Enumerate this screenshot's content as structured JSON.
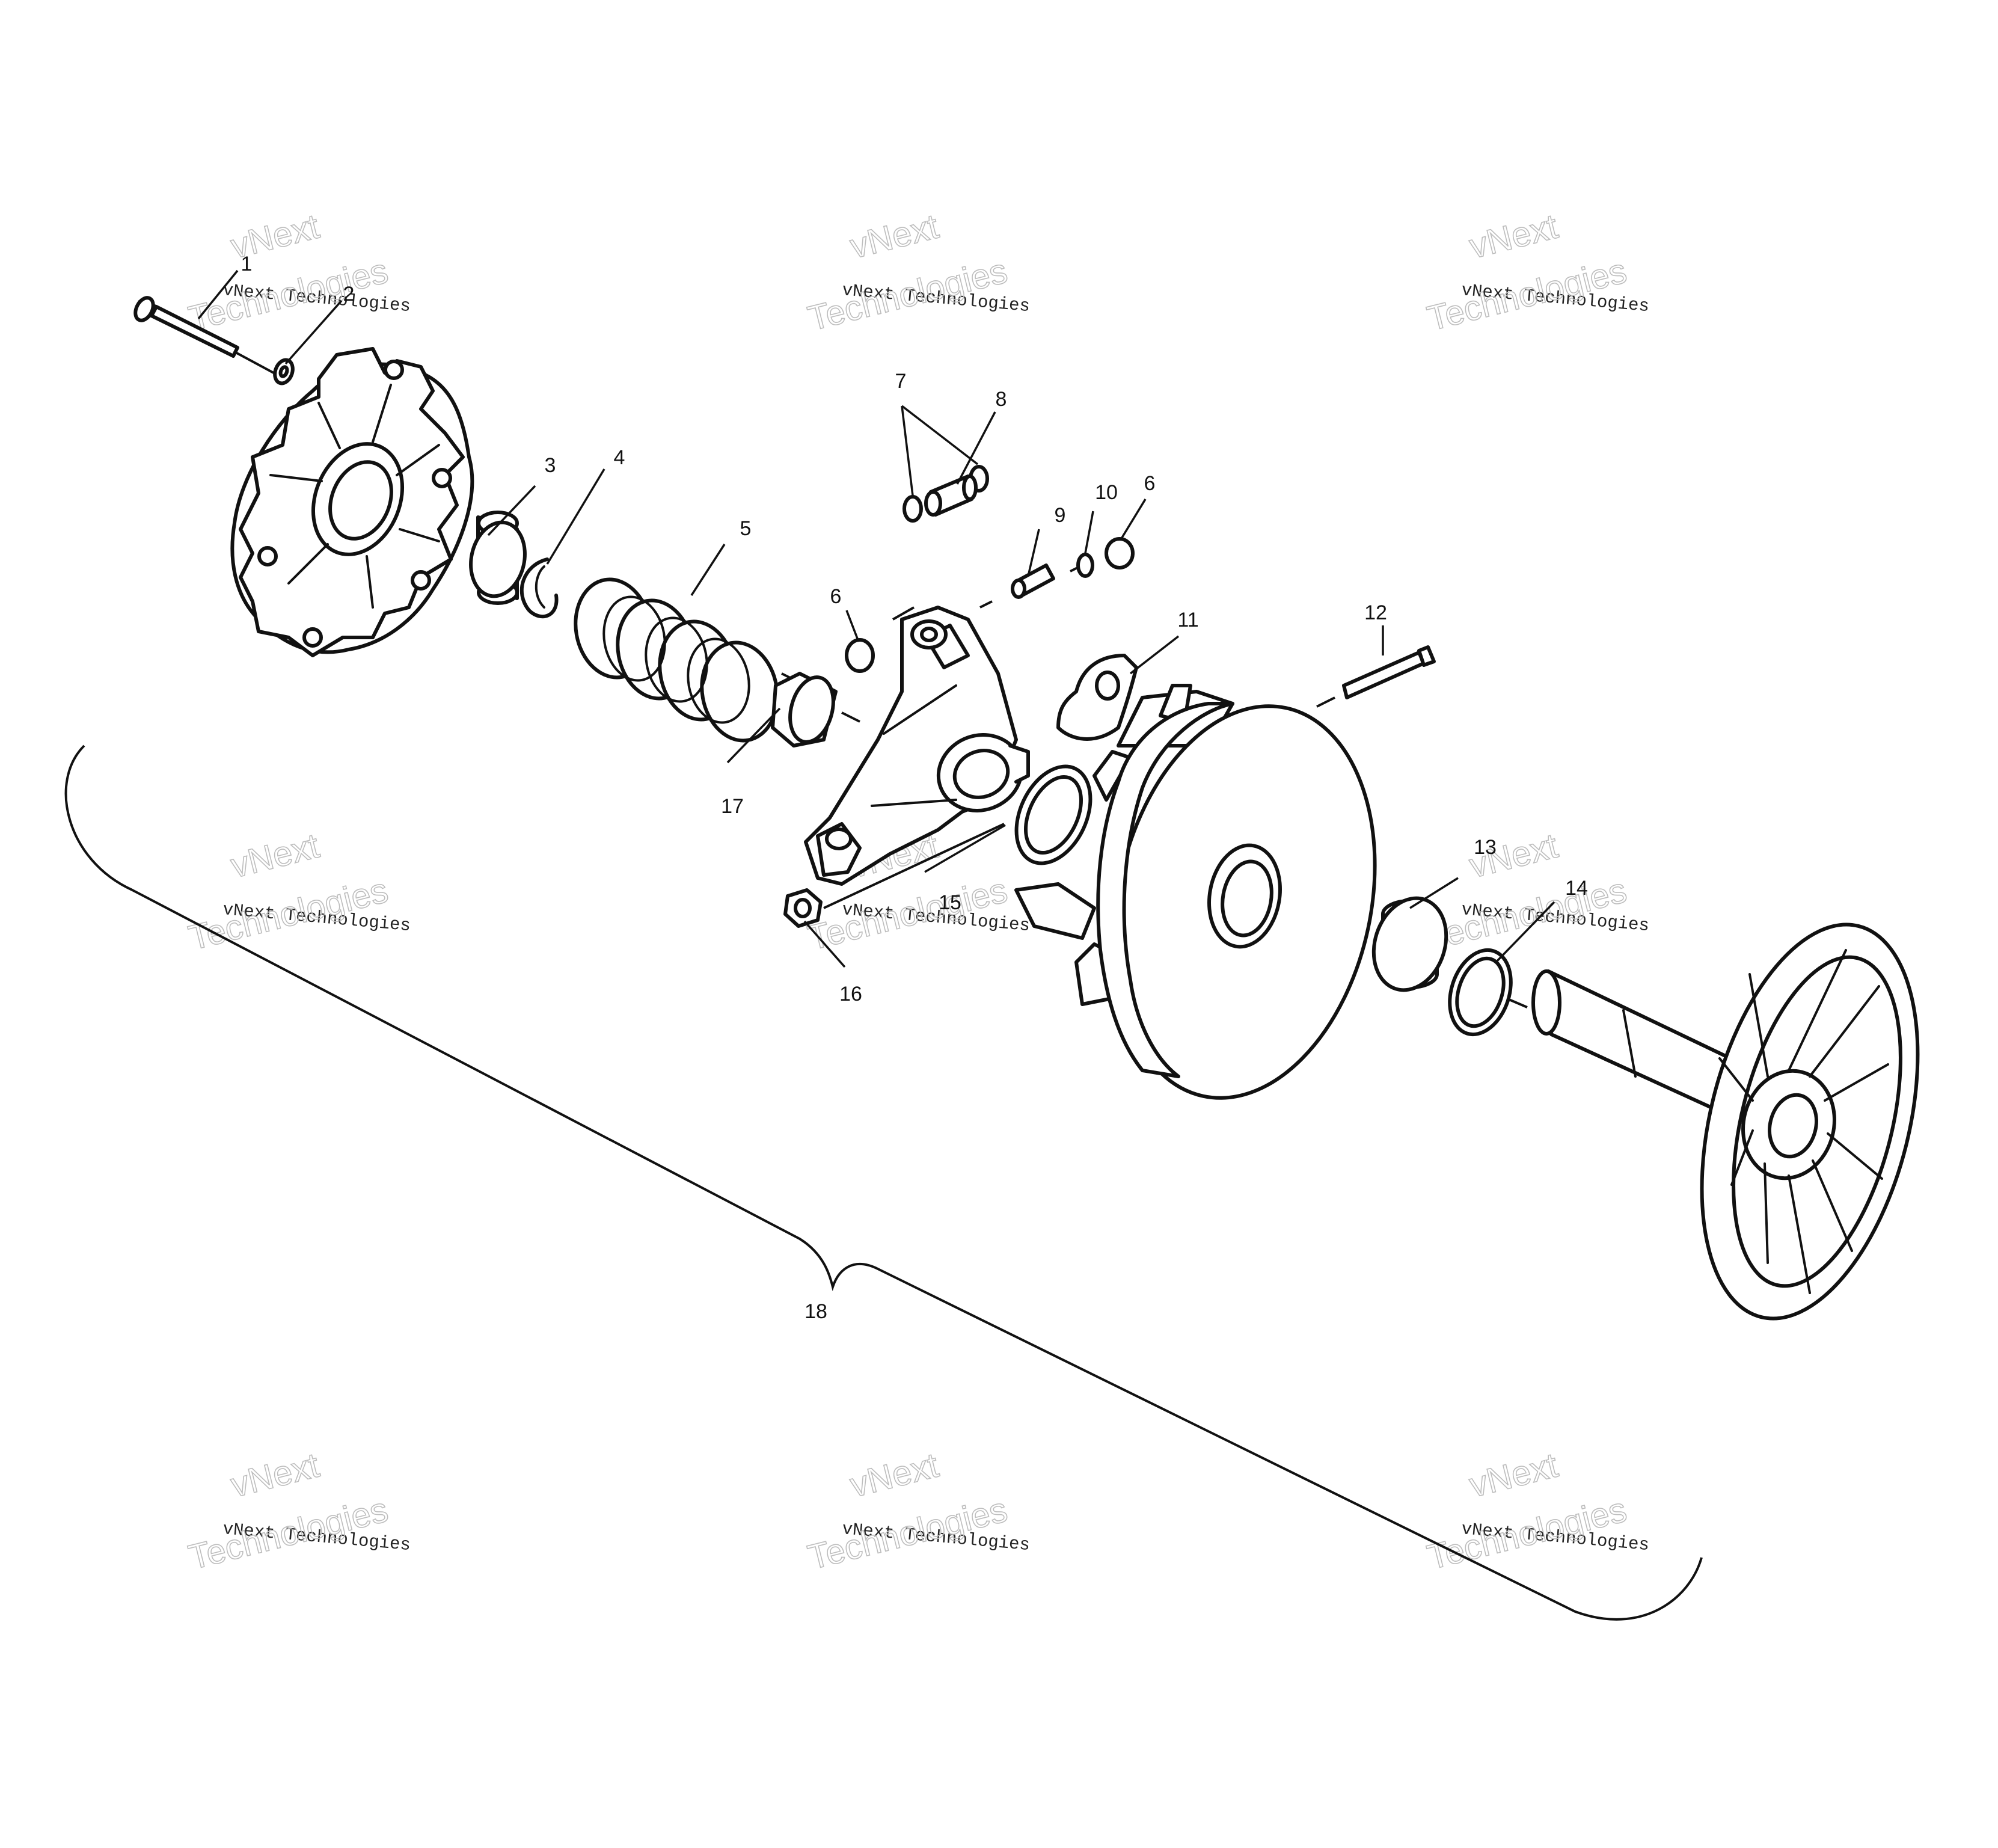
{
  "callouts": [
    "1",
    "2",
    "3",
    "4",
    "5",
    "6",
    "7",
    "8",
    "9",
    "10",
    "6",
    "11",
    "12",
    "13",
    "14",
    "15",
    "16",
    "17",
    "18"
  ],
  "watermark": {
    "brand": "vNext",
    "line1": "vNext Technologies",
    "line2": "Technologies"
  },
  "colors": {
    "ink": "#111111",
    "background": "#ffffff",
    "watermark": "#bdbdbd"
  }
}
